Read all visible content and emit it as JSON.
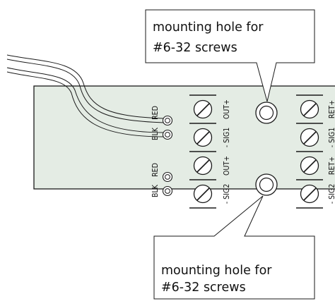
{
  "callouts": {
    "top": {
      "line1": "mounting hole for",
      "line2": "#6-32 screws"
    },
    "bottom": {
      "line1": "mounting hole for",
      "line2": "#6-32 screws"
    }
  },
  "wire_labels": {
    "upper_pair": {
      "blk": "BLK",
      "red": "RED"
    },
    "lower_pair": {
      "blk": "BLK",
      "red": "RED"
    }
  },
  "terminal_labels": {
    "left_column": [
      "OUT+",
      "- SIG1",
      "OUT+",
      "- SIG2"
    ],
    "right_column": [
      "RET+",
      "- SIG1",
      "RET+",
      "- SIG2"
    ]
  },
  "colors": {
    "board": "#e4ece4",
    "outline": "#1a1a1a",
    "background": "#ffffff"
  }
}
